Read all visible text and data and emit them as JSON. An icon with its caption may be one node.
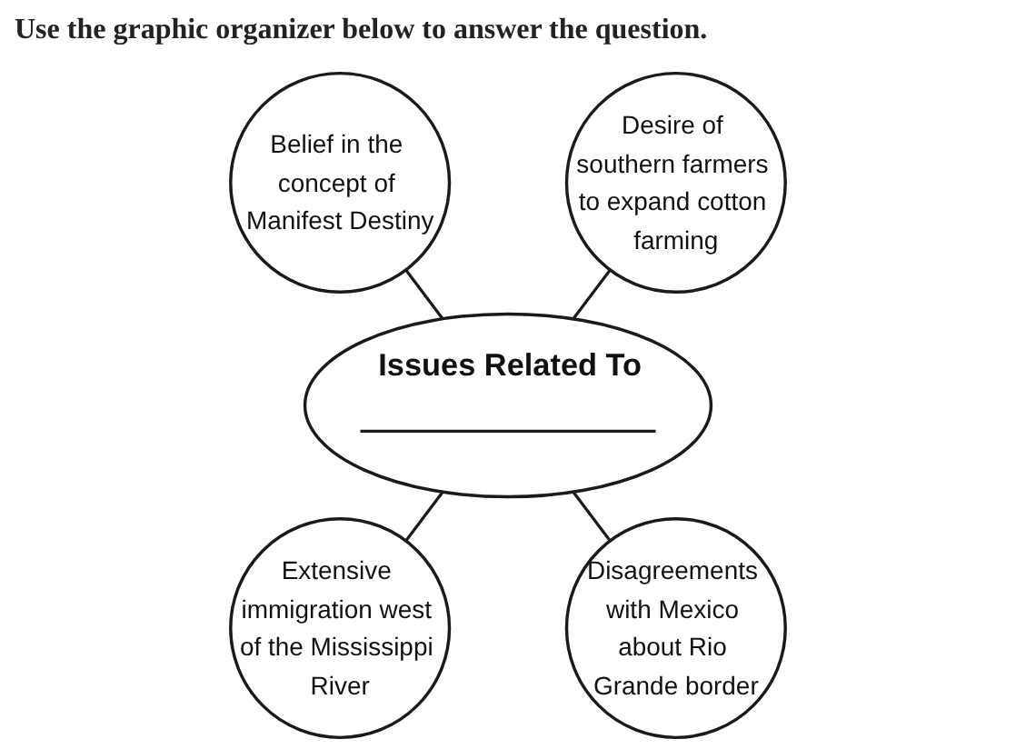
{
  "diagram": {
    "title": "Use the graphic organizer below to answer the question.",
    "nodes": [
      {
        "text": [
          "Belief in the concept of Manifest Destiny"
        ]
      },
      {
        "text": [
          "Desire of southern farmers to expand cotton farming"
        ]
      },
      {
        "text": [
          "Issues Related To"
        ]
      },
      {
        "text": [
          "Extensive immigration west of the Mississippi River"
        ]
      },
      {
        "text": [
          "Disagreements with Mexico about Rio Grande border"
        ]
      }
    ],
    "edges": [
      {
        "from": 0,
        "to": 2,
        "arrow": "none"
      },
      {
        "from": 1,
        "to": 2,
        "arrow": "none"
      },
      {
        "from": 2,
        "to": 3,
        "arrow": "none"
      },
      {
        "from": 2,
        "to": 4,
        "arrow": "none"
      }
    ]
  }
}
